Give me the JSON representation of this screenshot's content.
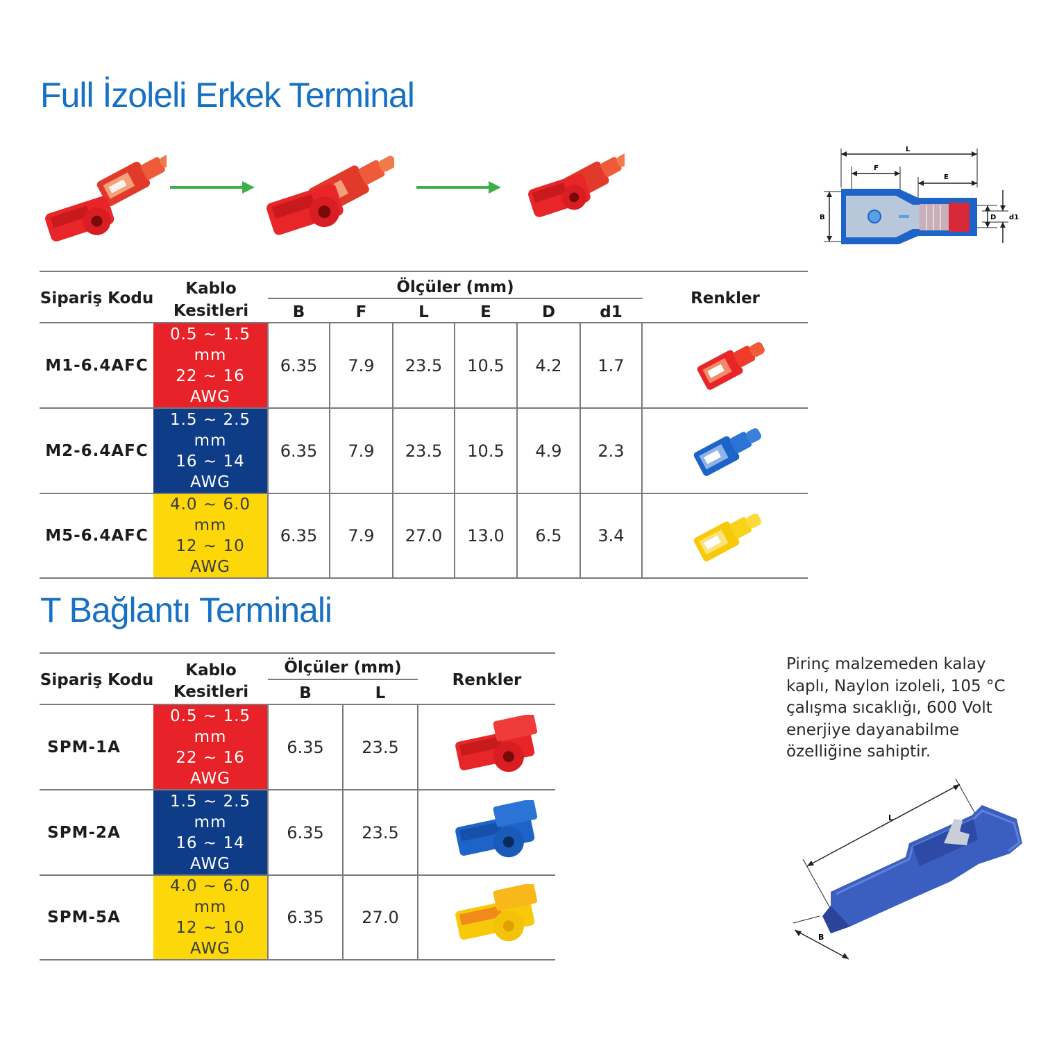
{
  "section1": {
    "title": "Full İzoleli Erkek  Terminal",
    "diagram_labels": {
      "L": "L",
      "F": "F",
      "E": "E",
      "B": "B",
      "D": "D",
      "d1": "d1"
    },
    "table": {
      "headers": {
        "code": "Sipariş Kodu",
        "cable_line1": "Kablo",
        "cable_line2": "Kesitleri",
        "dims": "Ölçüler (mm)",
        "colors": "Renkler",
        "cols": [
          "B",
          "F",
          "L",
          "E",
          "D",
          "d1"
        ]
      },
      "rows": [
        {
          "code": "M1-6.4AFC",
          "cable1": "0.5 ~ 1.5 mm",
          "cable2": "22 ~ 16 AWG",
          "values": [
            "6.35",
            "7.9",
            "23.5",
            "10.5",
            "4.2",
            "1.7"
          ],
          "color": "#e82229"
        },
        {
          "code": "M2-6.4AFC",
          "cable1": "1.5 ~ 2.5 mm",
          "cable2": "16 ~ 14 AWG",
          "values": [
            "6.35",
            "7.9",
            "23.5",
            "10.5",
            "4.9",
            "2.3"
          ],
          "color": "#2b6fcf"
        },
        {
          "code": "M5-6.4AFC",
          "cable1": "4.0 ~ 6.0 mm",
          "cable2": "12 ~ 10 AWG",
          "values": [
            "6.35",
            "7.9",
            "27.0",
            "13.0",
            "6.5",
            "3.4"
          ],
          "color": "#fcd80a"
        }
      ]
    }
  },
  "section2": {
    "title": "T Bağlantı Terminali",
    "diagram_labels": {
      "L": "L",
      "B": "B"
    },
    "table": {
      "headers": {
        "code": "Sipariş Kodu",
        "cable_line1": "Kablo",
        "cable_line2": "Kesitleri",
        "dims": "Ölçüler (mm)",
        "colors": "Renkler",
        "cols": [
          "B",
          "L"
        ]
      },
      "rows": [
        {
          "code": "SPM-1A",
          "cable1": "0.5 ~ 1.5 mm",
          "cable2": "22 ~ 16 AWG",
          "values": [
            "6.35",
            "23.5"
          ],
          "color": "#e82229"
        },
        {
          "code": "SPM-2A",
          "cable1": "1.5 ~ 2.5 mm",
          "cable2": "16 ~ 14 AWG",
          "values": [
            "6.35",
            "23.5"
          ],
          "color": "#2b6fcf"
        },
        {
          "code": "SPM-5A",
          "cable1": "4.0 ~ 6.0 mm",
          "cable2": "12 ~ 10 AWG",
          "values": [
            "6.35",
            "27.0"
          ],
          "color": "#fcd80a"
        }
      ]
    },
    "description": "Pirinç malzemeden kalay kaplı, Naylon izoleli, 105 °C çalışma sıcaklığı, 600 Volt enerjiye dayanabilme özelliğine sahiptir."
  },
  "colors": {
    "title": "#1670c4",
    "arrow": "#3db04a",
    "red": "#e82229",
    "blue": "#0f3c86",
    "yellow": "#fcd80a"
  }
}
